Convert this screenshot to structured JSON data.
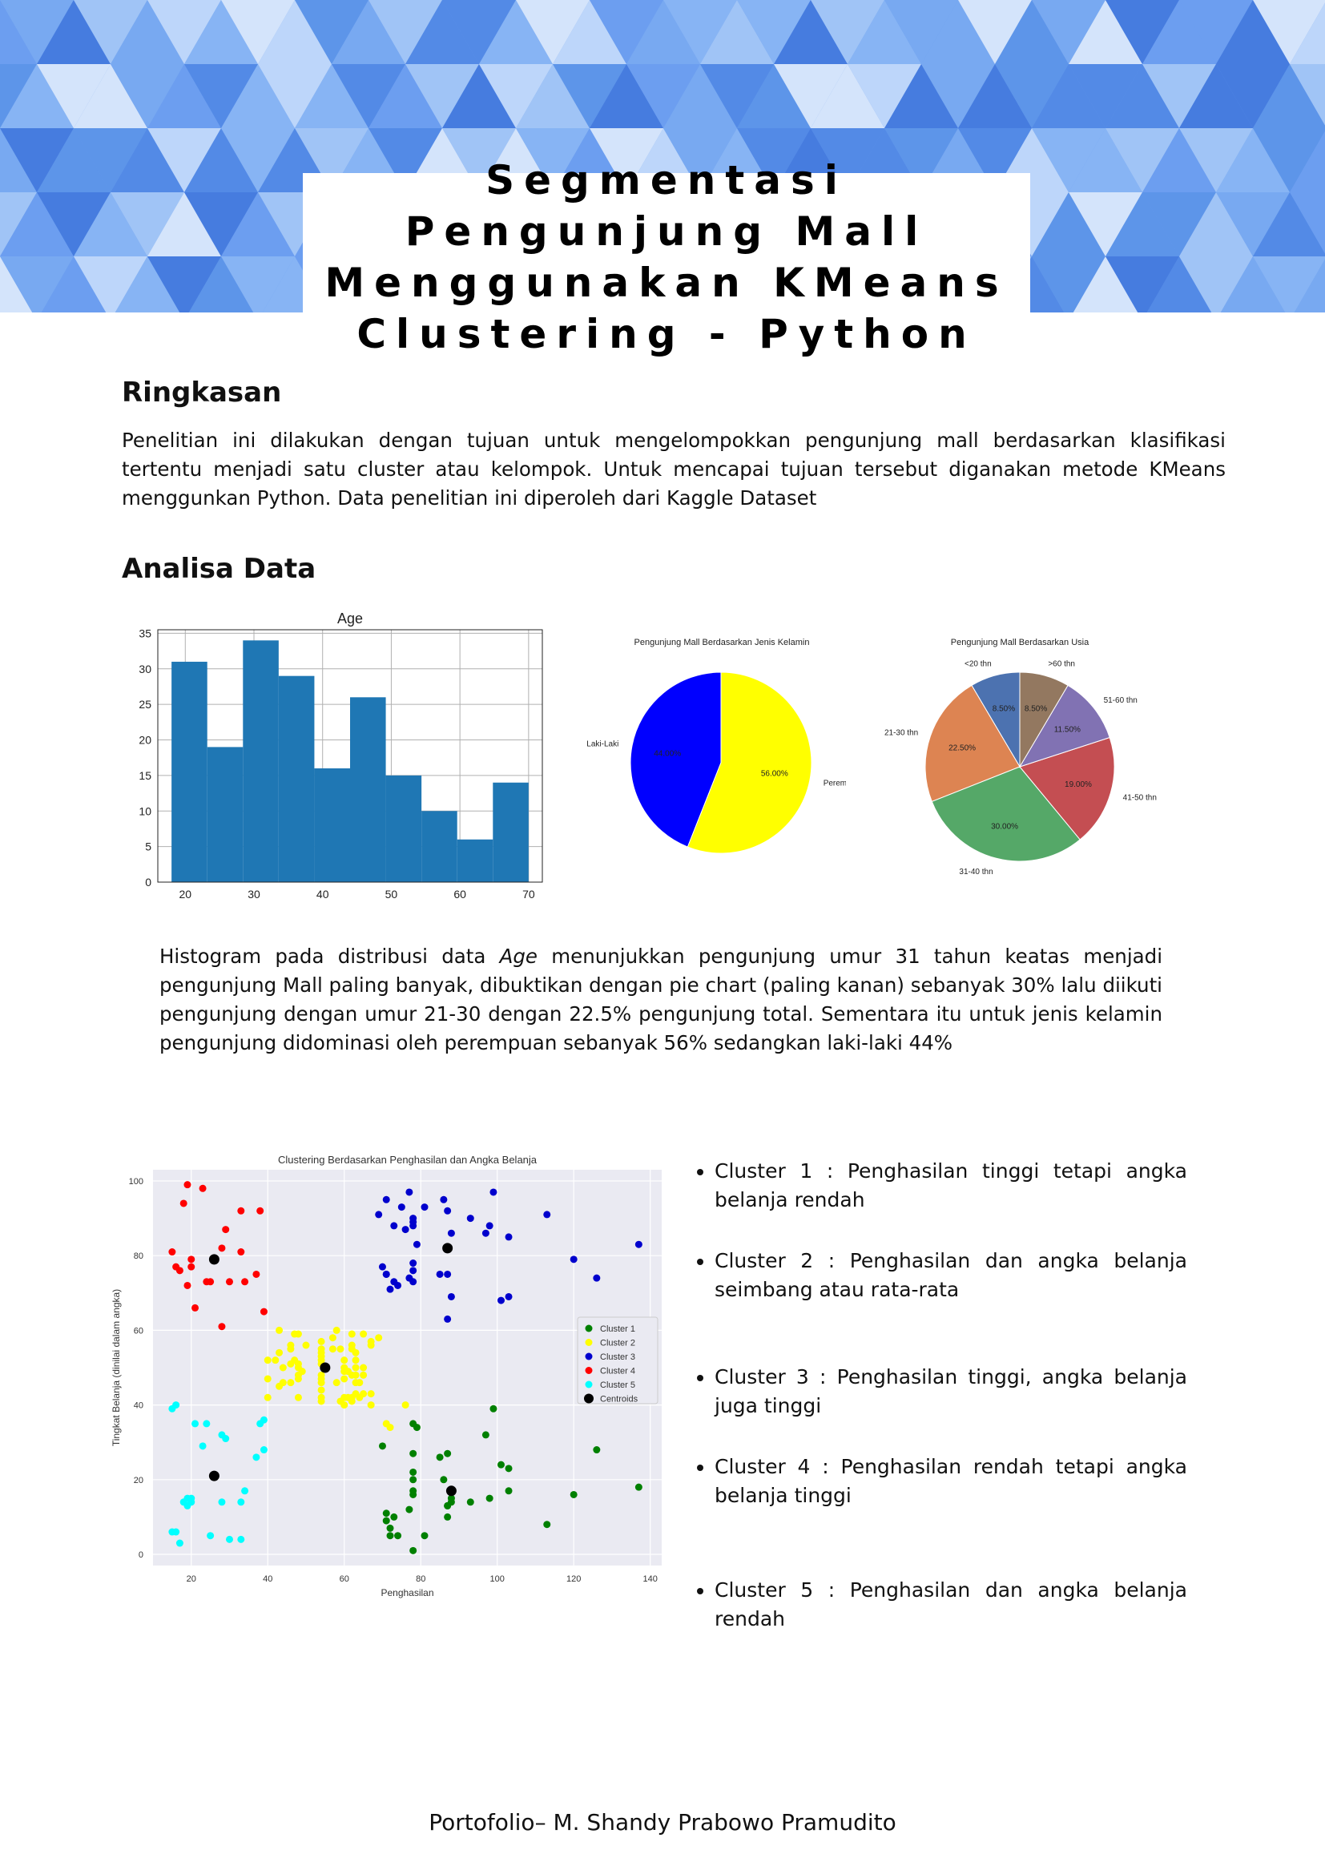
{
  "document": {
    "title": "Segmentasi Pengunjung Mall Menggunakan KMeans Clustering - Python",
    "sections": {
      "summary": {
        "heading": "Ringkasan",
        "text": "Penelitian ini dilakukan dengan tujuan untuk mengelompokkan pengunjung mall berdasarkan klasifikasi tertentu menjadi satu cluster atau kelompok. Untuk mencapai tujuan tersebut diganakan metode KMeans menggunkan Python. Data penelitian ini diperoleh dari Kaggle Dataset"
      },
      "analysis": {
        "heading": "Analisa Data",
        "text_prefix": "Histogram pada distribusi data ",
        "text_em": "Age",
        "text_suffix": " menunjukkan pengunjung umur 31 tahun keatas menjadi pengunjung Mall paling banyak, dibuktikan dengan pie chart (paling kanan) sebanyak 30% lalu diikuti pengunjung dengan umur 21-30 dengan 22.5% pengunjung total. Sementara itu untuk jenis kelamin pengunjung didominasi oleh perempuan sebanyak 56% sedangkan laki-laki 44%"
      }
    },
    "clusters": [
      "Cluster 1 : Penghasilan tinggi tetapi angka belanja rendah",
      "Cluster 2 : Penghasilan dan angka belanja seimbang atau rata-rata",
      "Cluster 3 : Penghasilan tinggi, angka belanja juga tinggi",
      "Cluster 4 : Penghasilan rendah tetapi angka belanja tinggi",
      "Cluster 5 : Penghasilan dan angka belanja rendah"
    ],
    "footer": "Portofolio– M. Shandy Prabowo Pramudito"
  },
  "colors": {
    "bar": "#1f77b4",
    "male": "#0000ff",
    "female": "#ffff00",
    "banner": "#5b93e8"
  },
  "chart_data": [
    {
      "type": "bar",
      "title": "Age",
      "bin_edges": [
        18,
        23.2,
        28.4,
        33.6,
        38.8,
        44,
        49.2,
        54.4,
        59.6,
        64.8,
        70
      ],
      "values": [
        31,
        19,
        34,
        29,
        16,
        26,
        15,
        10,
        6,
        14
      ],
      "xticks": [
        20,
        30,
        40,
        50,
        60,
        70
      ],
      "yticks": [
        0,
        5,
        10,
        15,
        20,
        25,
        30,
        35
      ],
      "xlim": [
        16,
        72
      ],
      "ylim": [
        0,
        35.5
      ],
      "grid": true
    },
    {
      "type": "pie",
      "title": "Pengunjung Mall Berdasarkan Jenis Kelamin",
      "slices": [
        {
          "label": "Laki-Laki",
          "value": 44,
          "pct": "44.00%",
          "color": "#0000ff"
        },
        {
          "label": "Perempuan",
          "value": 56,
          "pct": "56.00%",
          "color": "#ffff00"
        }
      ]
    },
    {
      "type": "pie",
      "title": "Pengunjung Mall Berdasarkan Usia",
      "slices": [
        {
          "label": "<20 thn",
          "value": 8.5,
          "pct": "8.50%",
          "color": "#4c72b0"
        },
        {
          "label": "21-30 thn",
          "value": 22.5,
          "pct": "22.50%",
          "color": "#dd8452"
        },
        {
          "label": "31-40 thn",
          "value": 30,
          "pct": "30.00%",
          "color": "#55a868"
        },
        {
          "label": "41-50 thn",
          "value": 19,
          "pct": "19.00%",
          "color": "#c44e52"
        },
        {
          "label": "51-60 thn",
          "value": 11.5,
          "pct": "11.50%",
          "color": "#8172b3"
        },
        {
          "label": ">60 thn",
          "value": 8.5,
          "pct": "8.50%",
          "color": "#937860"
        }
      ]
    },
    {
      "type": "scatter",
      "title": "Clustering Berdasarkan Penghasilan dan Angka Belanja",
      "xlabel": "Penghasilan",
      "ylabel": "Tingkat Belanja (dinilai dalam angka)",
      "xlim": [
        10,
        143
      ],
      "ylim": [
        -3,
        103
      ],
      "xticks": [
        20,
        40,
        60,
        80,
        100,
        120,
        140
      ],
      "yticks": [
        0,
        20,
        40,
        60,
        80,
        100
      ],
      "grid": true,
      "legend_position": "center-right",
      "series": [
        {
          "name": "Cluster 1",
          "color": "#008000",
          "points": [
            [
              70,
              29
            ],
            [
              71,
              11
            ],
            [
              71,
              9
            ],
            [
              72,
              5
            ],
            [
              72,
              7
            ],
            [
              73,
              10
            ],
            [
              74,
              5
            ],
            [
              77,
              12
            ],
            [
              78,
              22
            ],
            [
              78,
              17
            ],
            [
              78,
              20
            ],
            [
              78,
              16
            ],
            [
              78,
              1
            ],
            [
              78,
              27
            ],
            [
              78,
              35
            ],
            [
              79,
              34
            ],
            [
              81,
              5
            ],
            [
              85,
              26
            ],
            [
              86,
              20
            ],
            [
              87,
              27
            ],
            [
              87,
              13
            ],
            [
              87,
              10
            ],
            [
              87,
              13
            ],
            [
              88,
              15
            ],
            [
              88,
              14
            ],
            [
              93,
              14
            ],
            [
              97,
              32
            ],
            [
              98,
              15
            ],
            [
              99,
              39
            ],
            [
              101,
              24
            ],
            [
              103,
              17
            ],
            [
              103,
              23
            ],
            [
              113,
              8
            ],
            [
              120,
              16
            ],
            [
              126,
              28
            ],
            [
              137,
              18
            ]
          ]
        },
        {
          "name": "Cluster 2",
          "color": "#ffff00",
          "points": [
            [
              40,
              42
            ],
            [
              40,
              47
            ],
            [
              40,
              52
            ],
            [
              42,
              52
            ],
            [
              43,
              54
            ],
            [
              43,
              45
            ],
            [
              43,
              60
            ],
            [
              44,
              50
            ],
            [
              44,
              46
            ],
            [
              46,
              51
            ],
            [
              46,
              56
            ],
            [
              46,
              55
            ],
            [
              46,
              46
            ],
            [
              47,
              52
            ],
            [
              47,
              59
            ],
            [
              48,
              51
            ],
            [
              48,
              59
            ],
            [
              48,
              50
            ],
            [
              48,
              48
            ],
            [
              48,
              47
            ],
            [
              48,
              42
            ],
            [
              49,
              49
            ],
            [
              50,
              56
            ],
            [
              54,
              47
            ],
            [
              54,
              54
            ],
            [
              54,
              53
            ],
            [
              54,
              48
            ],
            [
              54,
              52
            ],
            [
              54,
              42
            ],
            [
              54,
              51
            ],
            [
              54,
              55
            ],
            [
              54,
              41
            ],
            [
              54,
              44
            ],
            [
              54,
              57
            ],
            [
              54,
              46
            ],
            [
              57,
              58
            ],
            [
              57,
              55
            ],
            [
              58,
              60
            ],
            [
              58,
              46
            ],
            [
              59,
              55
            ],
            [
              59,
              41
            ],
            [
              60,
              49
            ],
            [
              60,
              40
            ],
            [
              60,
              42
            ],
            [
              60,
              52
            ],
            [
              60,
              47
            ],
            [
              60,
              50
            ],
            [
              61,
              42
            ],
            [
              61,
              49
            ],
            [
              62,
              41
            ],
            [
              62,
              48
            ],
            [
              62,
              59
            ],
            [
              62,
              55
            ],
            [
              62,
              56
            ],
            [
              62,
              42
            ],
            [
              63,
              50
            ],
            [
              63,
              46
            ],
            [
              63,
              43
            ],
            [
              63,
              48
            ],
            [
              63,
              52
            ],
            [
              63,
              54
            ],
            [
              64,
              42
            ],
            [
              64,
              46
            ],
            [
              65,
              48
            ],
            [
              65,
              50
            ],
            [
              65,
              43
            ],
            [
              65,
              59
            ],
            [
              67,
              43
            ],
            [
              67,
              57
            ],
            [
              67,
              56
            ],
            [
              67,
              40
            ],
            [
              69,
              58
            ],
            [
              71,
              35
            ],
            [
              72,
              34
            ],
            [
              76,
              40
            ]
          ]
        },
        {
          "name": "Cluster 3",
          "color": "#0000cd",
          "points": [
            [
              69,
              91
            ],
            [
              70,
              77
            ],
            [
              71,
              95
            ],
            [
              71,
              75
            ],
            [
              71,
              75
            ],
            [
              72,
              71
            ],
            [
              73,
              88
            ],
            [
              73,
              73
            ],
            [
              74,
              72
            ],
            [
              75,
              93
            ],
            [
              76,
              87
            ],
            [
              77,
              97
            ],
            [
              77,
              74
            ],
            [
              78,
              90
            ],
            [
              78,
              88
            ],
            [
              78,
              76
            ],
            [
              78,
              89
            ],
            [
              78,
              78
            ],
            [
              78,
              73
            ],
            [
              79,
              83
            ],
            [
              81,
              93
            ],
            [
              85,
              75
            ],
            [
              86,
              95
            ],
            [
              87,
              63
            ],
            [
              87,
              75
            ],
            [
              87,
              92
            ],
            [
              88,
              69
            ],
            [
              88,
              86
            ],
            [
              93,
              90
            ],
            [
              97,
              86
            ],
            [
              98,
              88
            ],
            [
              99,
              97
            ],
            [
              101,
              68
            ],
            [
              103,
              85
            ],
            [
              103,
              69
            ],
            [
              113,
              91
            ],
            [
              120,
              79
            ],
            [
              126,
              74
            ],
            [
              137,
              83
            ]
          ]
        },
        {
          "name": "Cluster 4",
          "color": "#ff0000",
          "points": [
            [
              15,
              81
            ],
            [
              16,
              77
            ],
            [
              17,
              76
            ],
            [
              18,
              94
            ],
            [
              19,
              72
            ],
            [
              19,
              99
            ],
            [
              20,
              77
            ],
            [
              20,
              79
            ],
            [
              21,
              66
            ],
            [
              23,
              98
            ],
            [
              24,
              73
            ],
            [
              25,
              73
            ],
            [
              28,
              82
            ],
            [
              28,
              61
            ],
            [
              29,
              87
            ],
            [
              30,
              73
            ],
            [
              33,
              92
            ],
            [
              33,
              81
            ],
            [
              34,
              73
            ],
            [
              37,
              75
            ],
            [
              38,
              92
            ],
            [
              39,
              65
            ]
          ]
        },
        {
          "name": "Cluster 5",
          "color": "#00ffff",
          "points": [
            [
              15,
              39
            ],
            [
              15,
              6
            ],
            [
              16,
              40
            ],
            [
              16,
              6
            ],
            [
              17,
              3
            ],
            [
              18,
              14
            ],
            [
              19,
              15
            ],
            [
              19,
              13
            ],
            [
              20,
              15
            ],
            [
              20,
              14
            ],
            [
              21,
              35
            ],
            [
              23,
              29
            ],
            [
              24,
              35
            ],
            [
              25,
              5
            ],
            [
              28,
              14
            ],
            [
              28,
              32
            ],
            [
              29,
              31
            ],
            [
              30,
              4
            ],
            [
              33,
              4
            ],
            [
              33,
              14
            ],
            [
              34,
              17
            ],
            [
              37,
              26
            ],
            [
              38,
              35
            ],
            [
              39,
              36
            ],
            [
              39,
              28
            ]
          ]
        },
        {
          "name": "Centroids",
          "color": "#000000",
          "points": [
            [
              88,
              17
            ],
            [
              55,
              50
            ],
            [
              87,
              82
            ],
            [
              26,
              79
            ],
            [
              26,
              21
            ]
          ]
        }
      ]
    }
  ]
}
